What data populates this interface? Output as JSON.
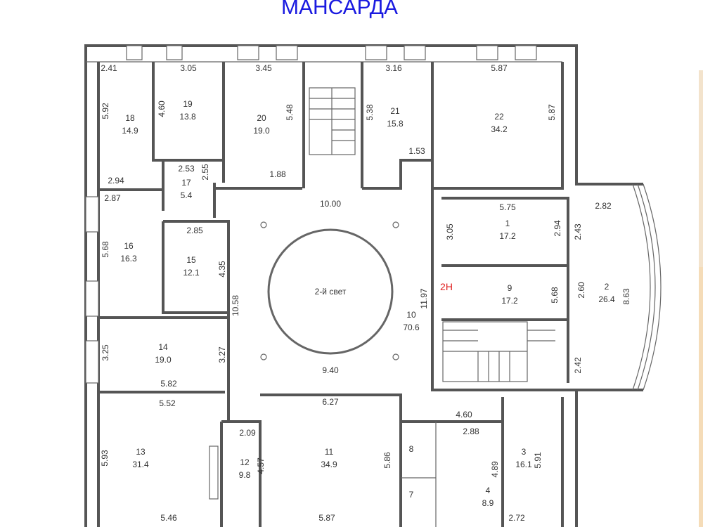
{
  "title": "МАНСАРДА",
  "center_label": "2-й свет",
  "marker_label": "2H",
  "rooms": [
    {
      "num": "1",
      "area": "17.2"
    },
    {
      "num": "2",
      "area": "26.4"
    },
    {
      "num": "3",
      "area": "16.1"
    },
    {
      "num": "4",
      "area": "8.9"
    },
    {
      "num": "7",
      "area": ""
    },
    {
      "num": "8",
      "area": ""
    },
    {
      "num": "9",
      "area": "17.2"
    },
    {
      "num": "10",
      "area": "70.6"
    },
    {
      "num": "11",
      "area": "34.9"
    },
    {
      "num": "12",
      "area": "9.8"
    },
    {
      "num": "13",
      "area": "31.4"
    },
    {
      "num": "14",
      "area": "19.0"
    },
    {
      "num": "15",
      "area": "12.1"
    },
    {
      "num": "16",
      "area": "16.3"
    },
    {
      "num": "17",
      "area": "5.4"
    },
    {
      "num": "18",
      "area": "14.9"
    },
    {
      "num": "19",
      "area": "13.8"
    },
    {
      "num": "20",
      "area": "19.0"
    },
    {
      "num": "21",
      "area": "15.8"
    },
    {
      "num": "22",
      "area": "34.2"
    }
  ],
  "dims": {
    "d1": "2.41",
    "d2": "3.05",
    "d3": "3.45",
    "d4": "3.16",
    "d5": "5.87",
    "d6": "5.92",
    "d7": "4.60",
    "d8": "5.48",
    "d9": "5.38",
    "d10": "5.87",
    "d11": "1.53",
    "d12": "1.88",
    "d13": "2.53",
    "d14": "2.55",
    "d15": "2.94",
    "d16": "2.87",
    "d17": "10.00",
    "d18": "5.68",
    "d19": "2.85",
    "d20": "4.35",
    "d21": "10.58",
    "d22": "11.97",
    "d23": "9.40",
    "d24": "5.75",
    "d25": "3.05",
    "d26": "2.94",
    "d27": "2.43",
    "d28": "2.82",
    "d29": "5.68",
    "d30": "2.60",
    "d31": "8.63",
    "d32": "2.42",
    "d33": "3.25",
    "d34": "3.27",
    "d35": "5.82",
    "d36": "5.52",
    "d37": "6.27",
    "d38": "4.60",
    "d39": "2.88",
    "d40": "2.09",
    "d41": "5.93",
    "d42": "4.57",
    "d43": "5.86",
    "d44": "4.89",
    "d45": "5.91",
    "d46": "5.46",
    "d47": "5.87",
    "d48": "2.72"
  }
}
